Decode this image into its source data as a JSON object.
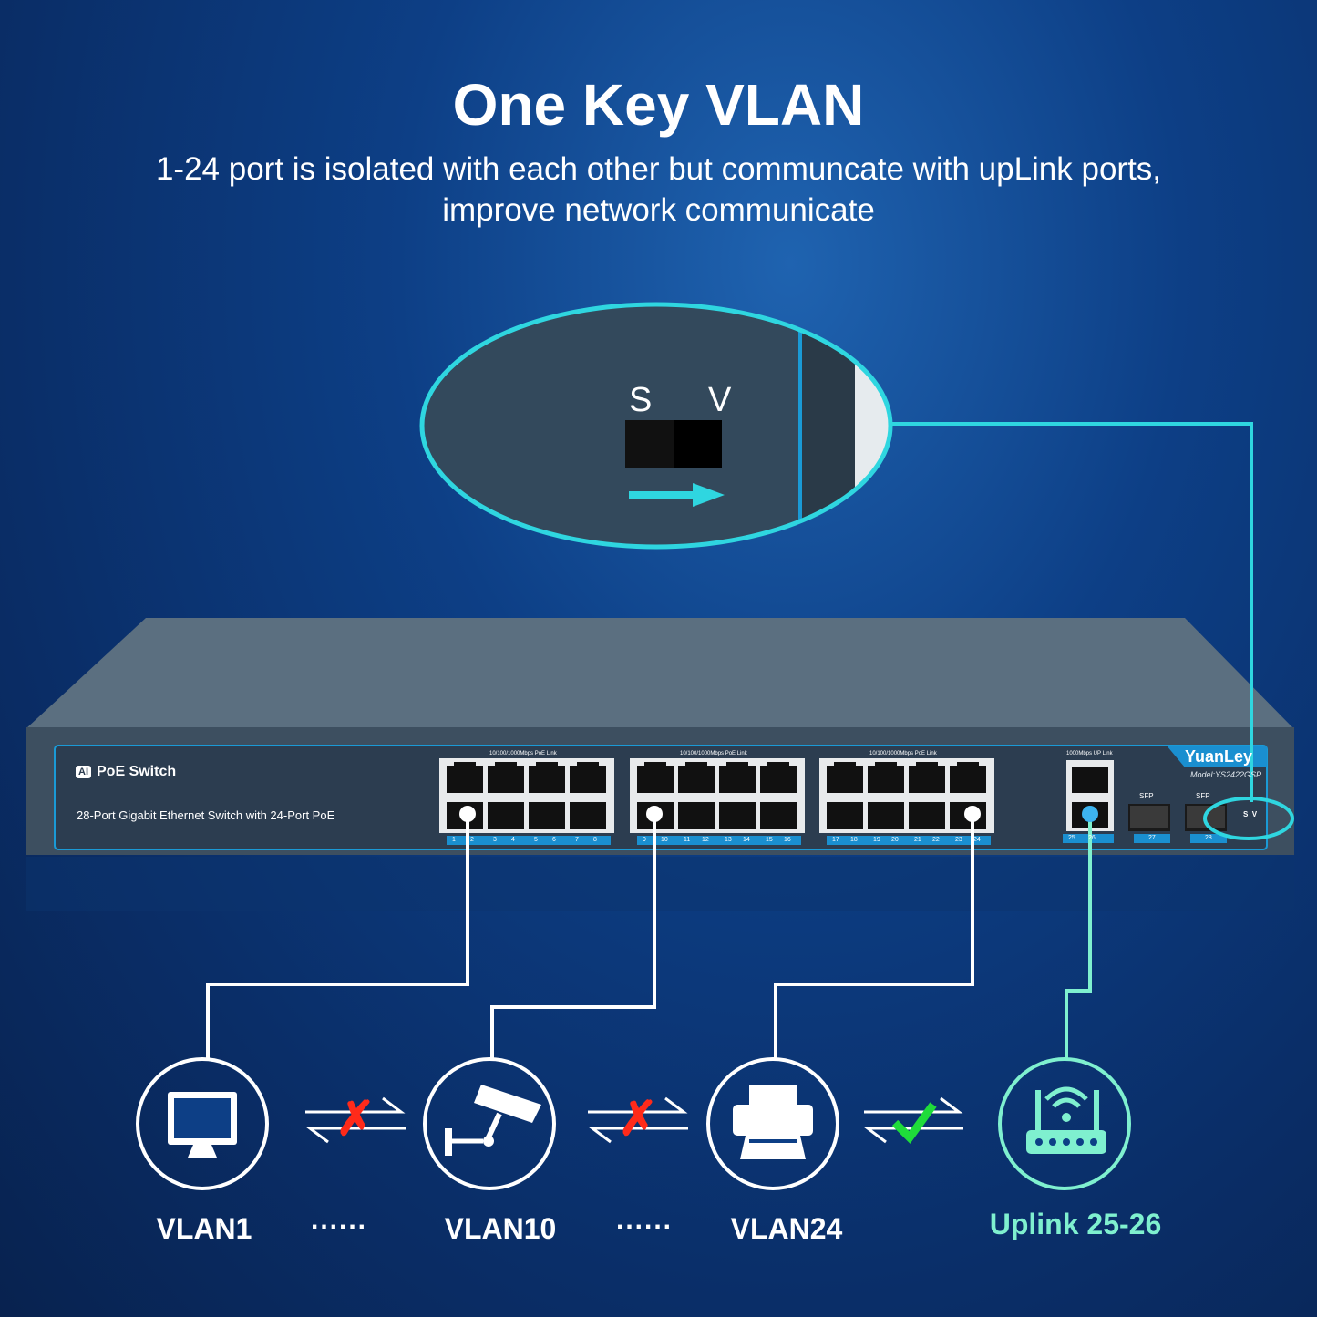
{
  "header": {
    "title": "One Key VLAN",
    "subtitle_line1": "1-24 port is isolated with each other but communcate with upLink ports,",
    "subtitle_line2": "improve network communicate"
  },
  "zoom_callout": {
    "switch_label_s": "S",
    "switch_label_v": "V"
  },
  "switch": {
    "badge": "AI",
    "product": "PoE Switch",
    "description": "28-Port Gigabit Ethernet Switch with 24-Port PoE",
    "group_label": "10/100/1000Mbps  PoE Link",
    "uplink_label": "1000Mbps  UP Link",
    "sfp_label": "SFP",
    "brand": "YuanLey",
    "model": "Model:YS2422GSP",
    "ports": [
      "1",
      "2",
      "3",
      "4",
      "5",
      "6",
      "7",
      "8",
      "9",
      "10",
      "11",
      "12",
      "13",
      "14",
      "15",
      "16",
      "17",
      "18",
      "19",
      "20",
      "21",
      "22",
      "23",
      "24"
    ],
    "uplink_ports": [
      "25",
      "26"
    ],
    "sfp_ports": [
      "27",
      "28"
    ],
    "sv_s": "S",
    "sv_v": "V"
  },
  "devices": [
    {
      "label": "VLAN1",
      "icon": "monitor-icon"
    },
    {
      "label": "VLAN10",
      "icon": "camera-icon"
    },
    {
      "label": "VLAN24",
      "icon": "printer-icon"
    },
    {
      "label": "Uplink 25-26",
      "icon": "router-icon"
    }
  ],
  "separator": "......",
  "colors": {
    "cyan": "#2fd6e0",
    "mint": "#7ff0cf",
    "blocked": "#ff2a1a",
    "allowed": "#1fdc3a"
  }
}
